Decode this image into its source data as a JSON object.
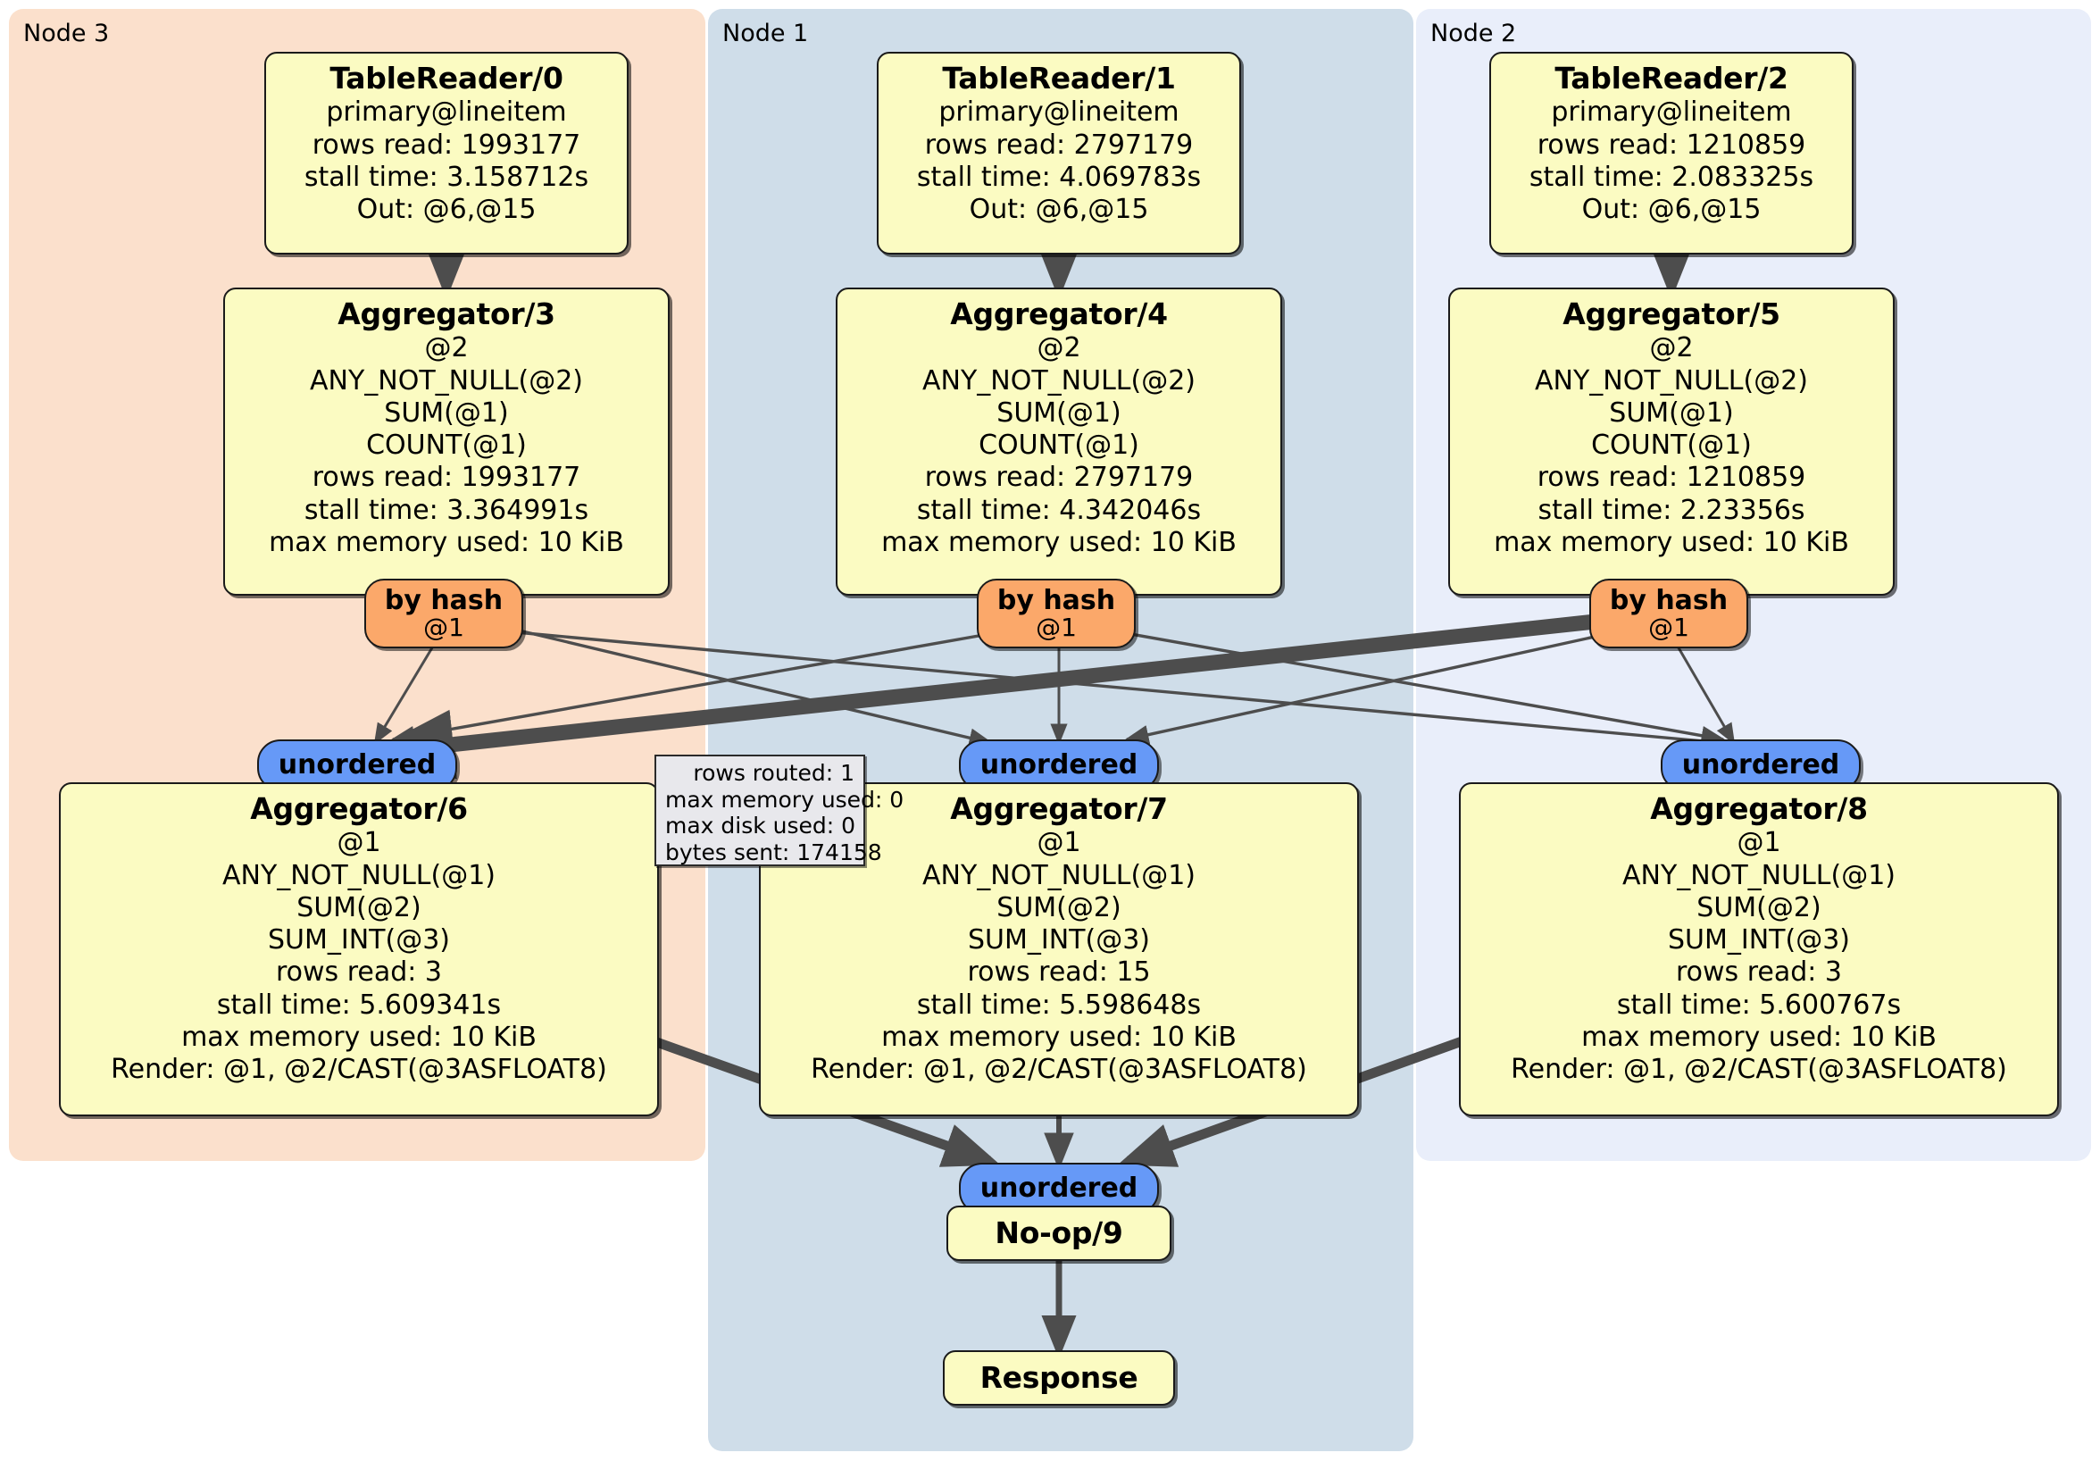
{
  "diagram": {
    "title": "Distributed SQL physical plan",
    "colors": {
      "node3_bg": "#fbe0cc",
      "node1_bg": "#cfdde9",
      "node2_bg": "#e9eefa",
      "processor_fill": "#fbfbc2",
      "hash_router_fill": "#fba86a",
      "unordered_router_fill": "#6699f7",
      "stats_fill": "#e8e8ec",
      "edge": "#4d4d4d",
      "border": "#1a1a1a"
    }
  },
  "clusters": [
    {
      "id": "node3",
      "label": "Node 3"
    },
    {
      "id": "node1",
      "label": "Node 1"
    },
    {
      "id": "node2",
      "label": "Node 2"
    }
  ],
  "processors": {
    "tablereader0": {
      "title": "TableReader/0",
      "lines": [
        "primary@lineitem",
        "rows read: 1993177",
        "stall time: 3.158712s",
        "Out: @6,@15"
      ]
    },
    "tablereader1": {
      "title": "TableReader/1",
      "lines": [
        "primary@lineitem",
        "rows read: 2797179",
        "stall time: 4.069783s",
        "Out: @6,@15"
      ]
    },
    "tablereader2": {
      "title": "TableReader/2",
      "lines": [
        "primary@lineitem",
        "rows read: 1210859",
        "stall time: 2.083325s",
        "Out: @6,@15"
      ]
    },
    "aggregator3": {
      "title": "Aggregator/3",
      "lines": [
        "@2",
        "ANY_NOT_NULL(@2)",
        "SUM(@1)",
        "COUNT(@1)",
        "rows read: 1993177",
        "stall time: 3.364991s",
        "max memory used: 10 KiB"
      ]
    },
    "aggregator4": {
      "title": "Aggregator/4",
      "lines": [
        "@2",
        "ANY_NOT_NULL(@2)",
        "SUM(@1)",
        "COUNT(@1)",
        "rows read: 2797179",
        "stall time: 4.342046s",
        "max memory used: 10 KiB"
      ]
    },
    "aggregator5": {
      "title": "Aggregator/5",
      "lines": [
        "@2",
        "ANY_NOT_NULL(@2)",
        "SUM(@1)",
        "COUNT(@1)",
        "rows read: 1210859",
        "stall time: 2.23356s",
        "max memory used: 10 KiB"
      ]
    },
    "aggregator6": {
      "title": "Aggregator/6",
      "lines": [
        "@1",
        "ANY_NOT_NULL(@1)",
        "SUM(@2)",
        "SUM_INT(@3)",
        "rows read: 3",
        "stall time: 5.609341s",
        "max memory used: 10 KiB",
        "Render: @1, @2/CAST(@3ASFLOAT8)"
      ]
    },
    "aggregator7": {
      "title": "Aggregator/7",
      "lines": [
        "@1",
        "ANY_NOT_NULL(@1)",
        "SUM(@2)",
        "SUM_INT(@3)",
        "rows read: 15",
        "stall time: 5.598648s",
        "max memory used: 10 KiB",
        "Render: @1, @2/CAST(@3ASFLOAT8)"
      ]
    },
    "aggregator8": {
      "title": "Aggregator/8",
      "lines": [
        "@1",
        "ANY_NOT_NULL(@1)",
        "SUM(@2)",
        "SUM_INT(@3)",
        "rows read: 3",
        "stall time: 5.600767s",
        "max memory used: 10 KiB",
        "Render: @1, @2/CAST(@3ASFLOAT8)"
      ]
    },
    "noop9": {
      "title": "No-op/9",
      "lines": []
    },
    "response": {
      "title": "Response",
      "lines": []
    }
  },
  "routers": {
    "hash3": {
      "title": "by hash",
      "sub": "@1"
    },
    "hash4": {
      "title": "by hash",
      "sub": "@1"
    },
    "hash5": {
      "title": "by hash",
      "sub": "@1"
    },
    "unordered6": {
      "title": "unordered",
      "sub": ""
    },
    "unordered7": {
      "title": "unordered",
      "sub": ""
    },
    "unordered8": {
      "title": "unordered",
      "sub": ""
    },
    "unordered9": {
      "title": "unordered",
      "sub": ""
    }
  },
  "stats_tooltip": {
    "lines": [
      "rows routed: 1",
      "max memory used: 0",
      "max disk used: 0",
      "bytes sent: 174158"
    ]
  }
}
